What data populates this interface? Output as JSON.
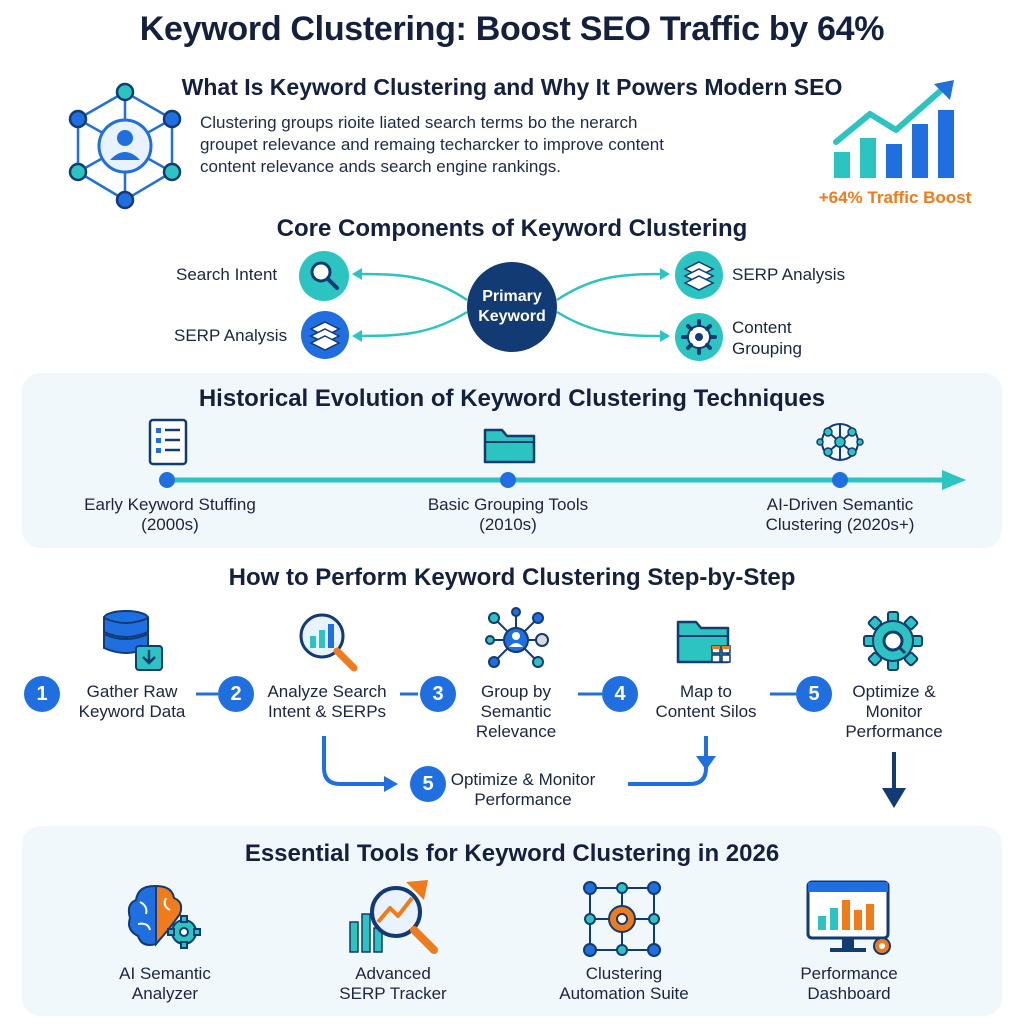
{
  "title": "Keyword Clustering: Boost SEO Traffic by 64%",
  "intro": {
    "heading": "What Is Keyword Clustering and Why It Powers Modern SEO",
    "lines": [
      "Clustering groups rioite liated search terms bo the nerarch",
      "groupet relevance and remaing techarcker to improve content",
      "content relevance ands search engine rankings."
    ],
    "boost_label": "+64% Traffic Boost",
    "colors": {
      "accent": "#1f6fe0",
      "teal": "#2cc4c0",
      "orange": "#f07b1a",
      "navy": "#123a73"
    }
  },
  "components": {
    "heading": "Core Components of Keyword Clustering",
    "center": "Primary Keyword",
    "left": [
      {
        "label": "Search Intent",
        "icon": "magnifier-icon"
      },
      {
        "label": "SERP Analysis",
        "icon": "layers-icon"
      }
    ],
    "right": [
      {
        "label": "SERP Analysis",
        "icon": "layers-icon"
      },
      {
        "label": "Content Grouping",
        "icon": "gear-icon"
      }
    ]
  },
  "history": {
    "heading": "Historical Evolution of Keyword Clustering Techniques",
    "stages": [
      {
        "name": "Early Keyword Stuffing",
        "period": "(2000s)",
        "icon": "checklist-icon"
      },
      {
        "name": "Basic Grouping Tools",
        "period": "(2010s)",
        "icon": "folder-icon"
      },
      {
        "name": "AI-Driven Semantic",
        "period": "Clustering (2020s+)",
        "icon": "ai-network-icon"
      }
    ]
  },
  "steps": {
    "heading": "How to Perform Keyword Clustering Step-by-Step",
    "items": [
      {
        "num": "1",
        "line1": "Gather Raw",
        "line2": "Keyword Data",
        "line3": "",
        "icon": "database-icon"
      },
      {
        "num": "2",
        "line1": "Analyze Search",
        "line2": "Intent & SERPs",
        "line3": "",
        "icon": "search-chart-icon"
      },
      {
        "num": "3",
        "line1": "Group by",
        "line2": "Semantic",
        "line3": "Relevance",
        "icon": "user-network-icon"
      },
      {
        "num": "4",
        "line1": "Map to",
        "line2": "Content Silos",
        "line3": "",
        "icon": "folder-grid-icon"
      },
      {
        "num": "5",
        "line1": "Optimize &",
        "line2": "Monitor",
        "line3": "Performance",
        "icon": "gear-icon"
      }
    ],
    "extra": {
      "num": "5",
      "line1": "Optimize & Monitor",
      "line2": "Performance"
    }
  },
  "tools": {
    "heading": "Essential Tools for Keyword Clustering in 2026",
    "items": [
      {
        "line1": "AI Semantic",
        "line2": "Analyzer",
        "icon": "brain-gear-icon"
      },
      {
        "line1": "Advanced",
        "line2": "SERP Tracker",
        "icon": "chart-magnifier-icon"
      },
      {
        "line1": "Clustering",
        "line2": "Automation Suite",
        "icon": "network-gear-icon"
      },
      {
        "line1": "Performance",
        "line2": "Dashboard",
        "icon": "dashboard-icon"
      }
    ]
  }
}
